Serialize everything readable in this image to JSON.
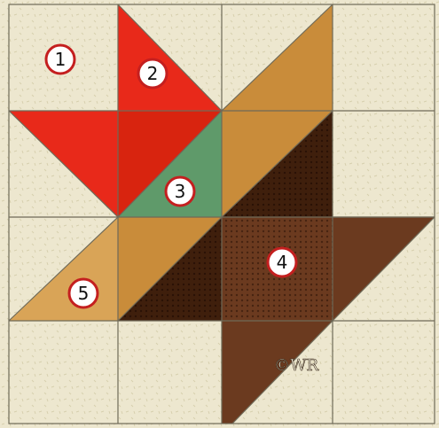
{
  "block": {
    "grid": "4x4",
    "colors": {
      "background": "#ede7cf",
      "background_alt": "#e6e0c4",
      "red": "#e8291a",
      "red_dark": "#c91d10",
      "green": "#5f9a6a",
      "gold": "#c98c3a",
      "gold_light": "#d9a457",
      "brown": "#6b3a1f",
      "brown_dark": "#3f1f0c",
      "seam": "#6f6a58",
      "marker_ring": "#c41f1f",
      "marker_fill": "#ffffff"
    },
    "markers": [
      {
        "label": "1"
      },
      {
        "label": "2"
      },
      {
        "label": "3"
      },
      {
        "label": "4"
      },
      {
        "label": "5"
      }
    ],
    "signature": "©WR"
  }
}
